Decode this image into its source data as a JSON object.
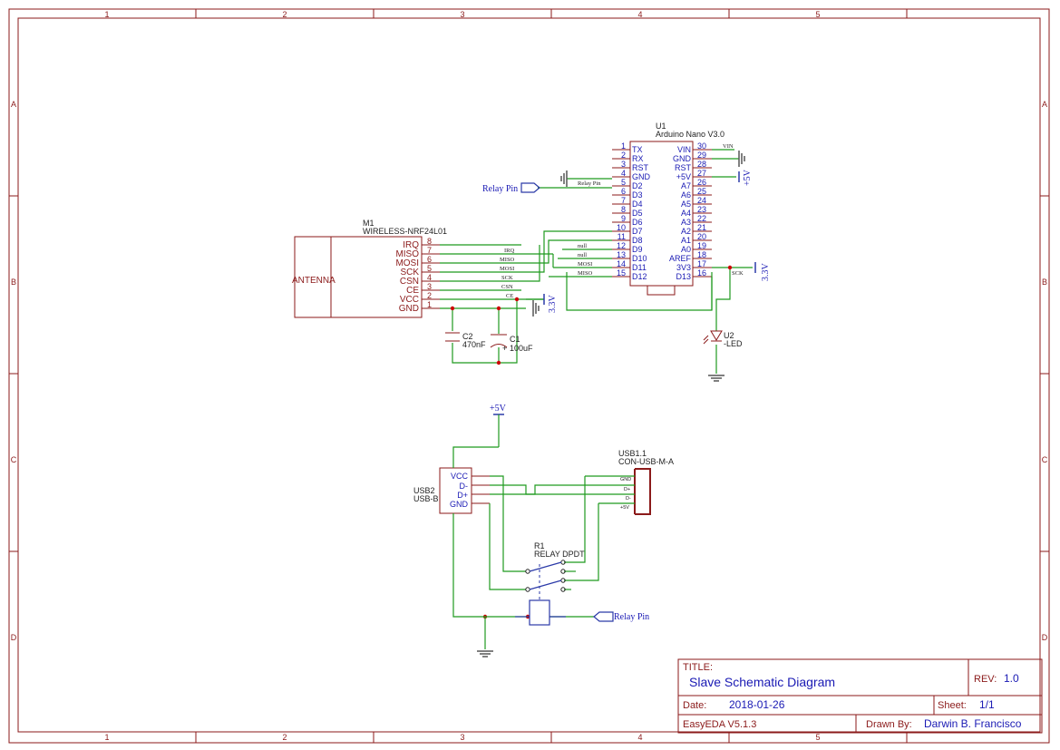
{
  "frame": {
    "columns": [
      "1",
      "2",
      "3",
      "4",
      "5"
    ],
    "rows": [
      "A",
      "B",
      "C",
      "D"
    ]
  },
  "title_block": {
    "title_label": "TITLE:",
    "title": "Slave Schematic Diagram",
    "rev_label": "REV:",
    "rev": "1.0",
    "date_label": "Date:",
    "date": "2018-01-26",
    "sheet_label": "Sheet:",
    "sheet": "1/1",
    "software": "EasyEDA V5.1.3",
    "drawn_by_label": "Drawn By:",
    "drawn_by": "Darwin B. Francisco"
  },
  "u1": {
    "ref": "U1",
    "name": "Arduino Nano V3.0",
    "left_pins": [
      {
        "num": "1",
        "name": "TX"
      },
      {
        "num": "2",
        "name": "RX"
      },
      {
        "num": "3",
        "name": "RST"
      },
      {
        "num": "4",
        "name": "GND"
      },
      {
        "num": "5",
        "name": "D2"
      },
      {
        "num": "6",
        "name": "D3"
      },
      {
        "num": "7",
        "name": "D4"
      },
      {
        "num": "8",
        "name": "D5"
      },
      {
        "num": "9",
        "name": "D6"
      },
      {
        "num": "10",
        "name": "D7"
      },
      {
        "num": "11",
        "name": "D8"
      },
      {
        "num": "12",
        "name": "D9"
      },
      {
        "num": "13",
        "name": "D10"
      },
      {
        "num": "14",
        "name": "D11"
      },
      {
        "num": "15",
        "name": "D12"
      }
    ],
    "right_pins": [
      {
        "num": "30",
        "name": "VIN"
      },
      {
        "num": "29",
        "name": "GND"
      },
      {
        "num": "28",
        "name": "RST"
      },
      {
        "num": "27",
        "name": "+5V"
      },
      {
        "num": "26",
        "name": "A7"
      },
      {
        "num": "25",
        "name": "A6"
      },
      {
        "num": "24",
        "name": "A5"
      },
      {
        "num": "23",
        "name": "A4"
      },
      {
        "num": "22",
        "name": "A3"
      },
      {
        "num": "21",
        "name": "A2"
      },
      {
        "num": "20",
        "name": "A1"
      },
      {
        "num": "19",
        "name": "A0"
      },
      {
        "num": "18",
        "name": "AREF"
      },
      {
        "num": "17",
        "name": "3V3"
      },
      {
        "num": "16",
        "name": "D13"
      }
    ]
  },
  "m1": {
    "ref": "M1",
    "name": "WIRELESS-NRF24L01",
    "antenna": "ANTENNA",
    "pins": [
      {
        "num": "8",
        "name": "IRQ"
      },
      {
        "num": "7",
        "name": "MISO"
      },
      {
        "num": "6",
        "name": "MOSI"
      },
      {
        "num": "5",
        "name": "SCK"
      },
      {
        "num": "4",
        "name": "CSN"
      },
      {
        "num": "3",
        "name": "CE"
      },
      {
        "num": "2",
        "name": "VCC"
      },
      {
        "num": "1",
        "name": "GND"
      }
    ]
  },
  "net_labels": {
    "irq": "IRQ",
    "miso": "MISO",
    "mosi": "MOSI",
    "sck": "SCK",
    "csn": "CSN",
    "ce": "CE",
    "relay_pin_wire": "Relay Pin",
    "vin": "VIN",
    "sck_d13": "SCK",
    "null1": "null",
    "null2": "null",
    "mosi_d11": "MOSI",
    "miso_d12": "MISO"
  },
  "power": {
    "v5_u1": "+5V",
    "v33_u1": "3.3V",
    "v33_m1": "3.3V",
    "v5_usb": "+5V"
  },
  "relay_pin_ports": {
    "top": "Relay Pin",
    "bottom": "Relay Pin"
  },
  "c2": {
    "ref": "C2",
    "value": "470nF"
  },
  "c1": {
    "ref": "C1",
    "value": "100uF"
  },
  "u2": {
    "ref": "U2",
    "value": "-LED"
  },
  "usb2": {
    "ref": "USB2",
    "name": "USB-B",
    "pins": [
      "VCC",
      "D-",
      "D+",
      "GND"
    ]
  },
  "usb11": {
    "ref": "USB1.1",
    "name": "CON-USB-M-A",
    "pins": [
      "GND",
      "D+",
      "D-",
      "+5V"
    ]
  },
  "r1": {
    "ref": "R1",
    "name": "RELAY DPDT"
  }
}
